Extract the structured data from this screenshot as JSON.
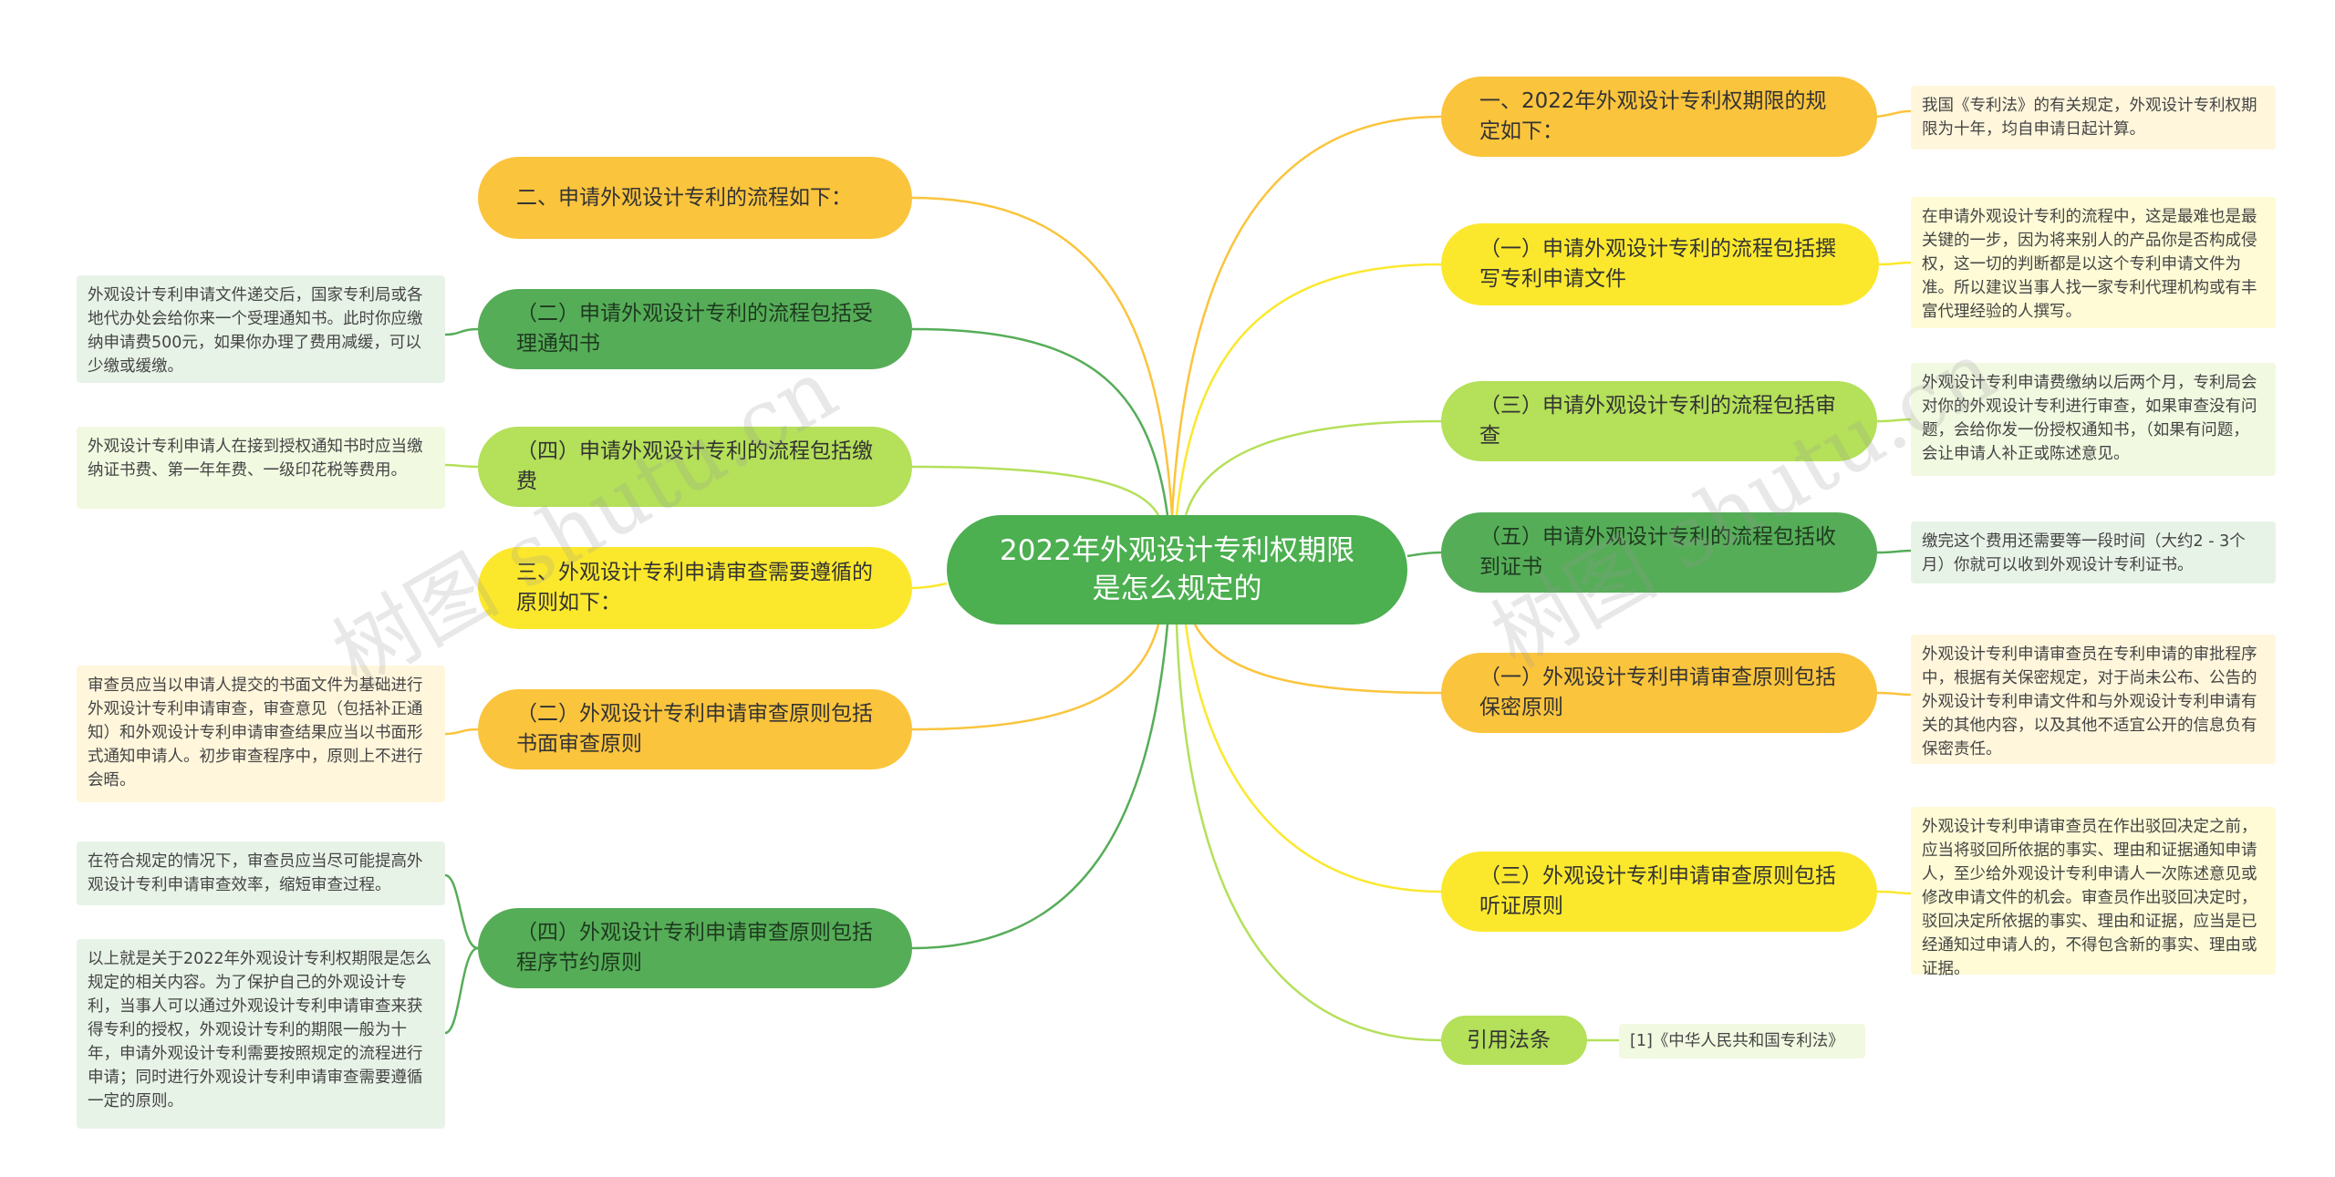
{
  "center": {
    "title": "2022年外观设计专利权期限是怎么规定的"
  },
  "branches": {
    "r1": {
      "label": "一、2022年外观设计专利权期限的规定如下：",
      "note": "我国《专利法》的有关规定，外观设计专利权期限为十年，均自申请日起计算。"
    },
    "r2": {
      "label": "（一）申请外观设计专利的流程包括撰写专利申请文件",
      "note": "在申请外观设计专利的流程中，这是最难也是最关键的一步，因为将来别人的产品你是否构成侵权，这一切的判断都是以这个专利申请文件为准。所以建议当事人找一家专利代理机构或有丰富代理经验的人撰写。"
    },
    "r3": {
      "label": "（三）申请外观设计专利的流程包括审查",
      "note": "外观设计专利申请费缴纳以后两个月，专利局会对你的外观设计专利进行审查，如果审查没有问题，会给你发一份授权通知书，（如果有问题，会让申请人补正或陈述意见。"
    },
    "r4": {
      "label": "（五）申请外观设计专利的流程包括收到证书",
      "note": "缴完这个费用还需要等一段时间（大约2 - 3个月）你就可以收到外观设计专利证书。"
    },
    "r5": {
      "label": "（一）外观设计专利申请审查原则包括保密原则",
      "note": "外观设计专利申请审查员在专利申请的审批程序中，根据有关保密规定，对于尚未公布、公告的外观设计专利申请文件和与外观设计专利申请有关的其他内容，以及其他不适宜公开的信息负有保密责任。"
    },
    "r6": {
      "label": "（三）外观设计专利申请审查原则包括听证原则",
      "note": "外观设计专利申请审查员在作出驳回决定之前，应当将驳回所依据的事实、理由和证据通知申请人，至少给外观设计专利申请人一次陈述意见或修改申请文件的机会。审查员作出驳回决定时，驳回决定所依据的事实、理由和证据，应当是已经通知过申请人的，不得包含新的事实、理由或证据。"
    },
    "r7": {
      "label": "引用法条",
      "note": "[1]《中华人民共和国专利法》"
    },
    "l1": {
      "label": "二、申请外观设计专利的流程如下："
    },
    "l2": {
      "label": "（二）申请外观设计专利的流程包括受理通知书",
      "note": "外观设计专利申请文件递交后，国家专利局或各地代办处会给你来一个受理通知书。此时你应缴纳申请费500元，如果你办理了费用减缓，可以少缴或缓缴。"
    },
    "l3": {
      "label": "（四）申请外观设计专利的流程包括缴费",
      "note": "外观设计专利申请人在接到授权通知书时应当缴纳证书费、第一年年费、一级印花税等费用。"
    },
    "l4": {
      "label": "三、外观设计专利申请审查需要遵循的原则如下："
    },
    "l5": {
      "label": "（二）外观设计专利申请审查原则包括书面审查原则",
      "note": "审查员应当以申请人提交的书面文件为基础进行外观设计专利申请审查，审查意见（包括补正通知）和外观设计专利申请审查结果应当以书面形式通知申请人。初步审查程序中，原则上不进行会晤。"
    },
    "l6": {
      "label": "（四）外观设计专利申请审查原则包括程序节约原则",
      "note": "在符合规定的情况下，审查员应当尽可能提高外观设计专利申请审查效率，缩短审查过程。",
      "note2": "以上就是关于2022年外观设计专利权期限是怎么规定的相关内容。为了保护自己的外观设计专利，当事人可以通过外观设计专利申请审查来获得专利的授权，外观设计专利的期限一般为十年，申请外观设计专利需要按照规定的流程进行申请；同时进行外观设计专利申请审查需要遵循一定的原则。"
    }
  },
  "watermarks": [
    "树图 shutu.cn",
    "树图 shutu.cn"
  ],
  "colors": {
    "orange": "#fbc43d",
    "yellow": "#fbe82d",
    "light_green": "#b4e05a",
    "green": "#56ad58",
    "center": "#4caf50"
  }
}
